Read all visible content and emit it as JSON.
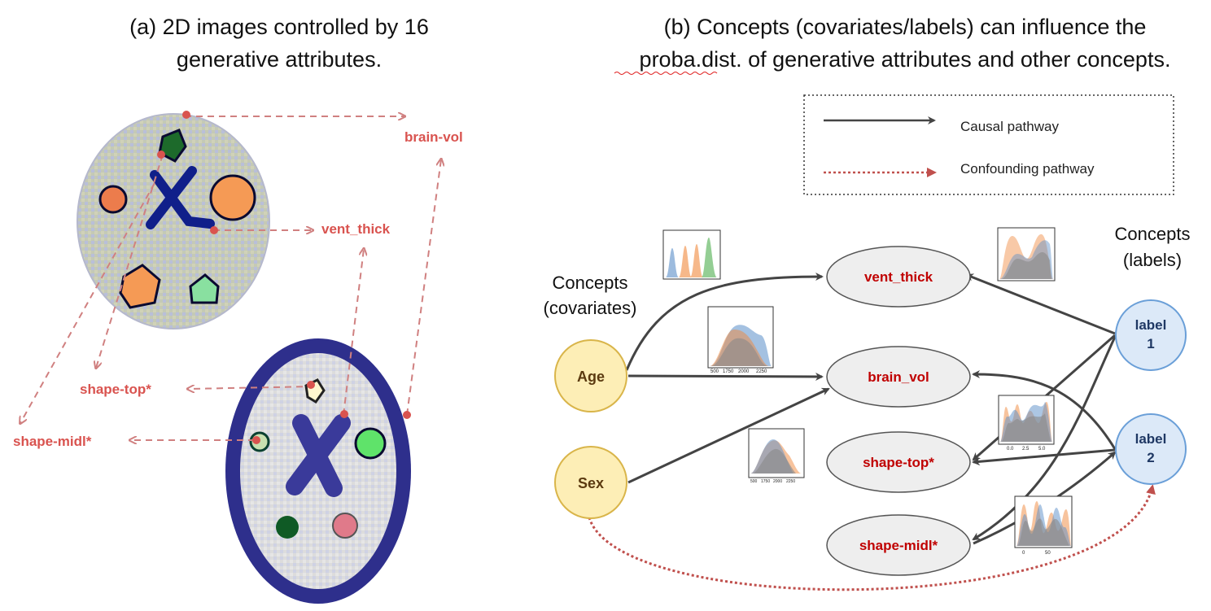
{
  "panel_a": {
    "title_line1": "(a) 2D images controlled by 16",
    "title_line2": "generative attributes.",
    "labels": {
      "brain_vol": "brain-vol",
      "vent_thick": "vent_thick",
      "shape_top": "shape-top*",
      "shape_midl": "shape-midl*"
    }
  },
  "panel_b": {
    "title_line1": "(b) Concepts (covariates/labels) can influence the",
    "title_line2": "proba.dist. of generative attributes and other concepts.",
    "legend": {
      "causal": "Causal pathway",
      "confounding": "Confounding pathway"
    },
    "covariates_heading_line1": "Concepts",
    "covariates_heading_line2": "(covariates)",
    "labels_heading_line1": "Concepts",
    "labels_heading_line2": "(labels)",
    "nodes": {
      "age": "Age",
      "sex": "Sex",
      "vent_thick": "vent_thick",
      "brain_vol": "brain_vol",
      "shape_top": "shape-top*",
      "shape_midl": "shape-midl*",
      "label1_a": "label",
      "label1_b": "1",
      "label2_a": "label",
      "label2_b": "2"
    },
    "hist_ticks": {
      "h2": [
        "500",
        "1750",
        "2000",
        "2250"
      ],
      "h3": [
        "500",
        "1750",
        "2000",
        "2250"
      ],
      "h5": [
        "0.0",
        "2.5",
        "5.0"
      ],
      "h6": [
        "0",
        "50"
      ]
    }
  },
  "colors": {
    "causal": "#444444",
    "confound": "#c0504d",
    "annot": "#d08080",
    "concept_fill": "#fdeeb6",
    "concept_stroke": "#d9b54a",
    "attr_fill": "#eeeeee",
    "label_fill": "#dce9f8",
    "label_stroke": "#6a9fd8"
  }
}
